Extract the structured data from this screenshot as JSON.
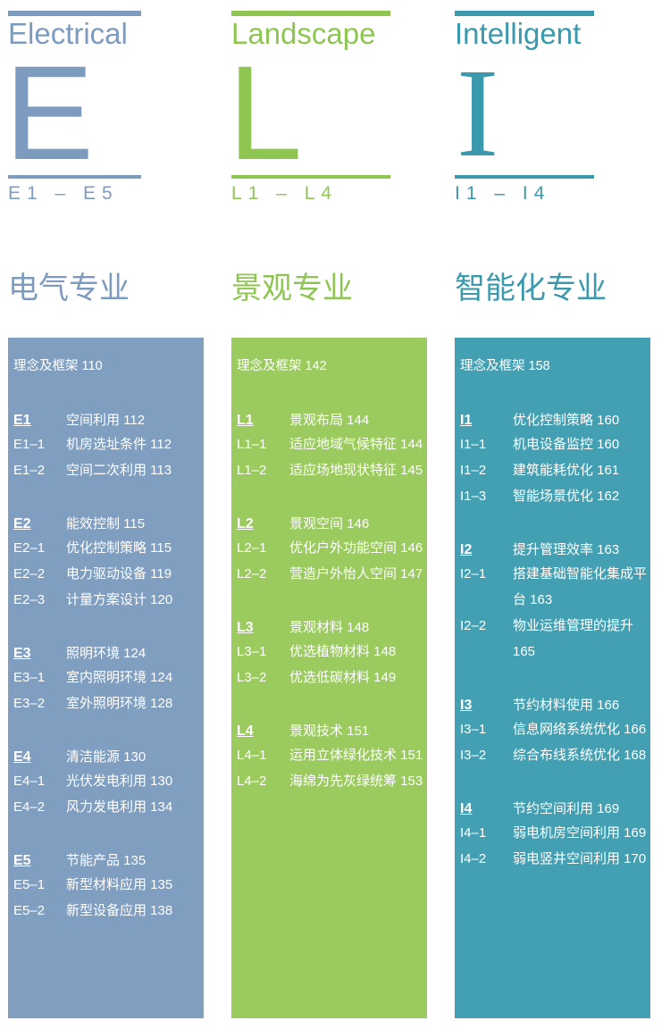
{
  "colors": {
    "electrical": "#7d9bbf",
    "landscape": "#8fc652",
    "intelligent": "#3a99ac"
  },
  "electrical": {
    "english": "Electrical",
    "letter": "E",
    "range": "E1 – E5",
    "chinese": "电气专业",
    "intro": "理念及框架 110",
    "sections": [
      {
        "code": "E1",
        "title": "空间利用 112",
        "items": [
          {
            "code": "E1–1",
            "title": "机房选址条件 112"
          },
          {
            "code": "E1–2",
            "title": "空间二次利用 113"
          }
        ]
      },
      {
        "code": "E2",
        "title": "能效控制 115",
        "items": [
          {
            "code": "E2–1",
            "title": "优化控制策略 115"
          },
          {
            "code": "E2–2",
            "title": "电力驱动设备 119"
          },
          {
            "code": "E2–3",
            "title": "计量方案设计 120"
          }
        ]
      },
      {
        "code": "E3",
        "title": "照明环境 124",
        "items": [
          {
            "code": "E3–1",
            "title": "室内照明环境 124"
          },
          {
            "code": "E3–2",
            "title": "室外照明环境 128"
          }
        ]
      },
      {
        "code": "E4",
        "title": "清洁能源 130",
        "items": [
          {
            "code": "E4–1",
            "title": "光伏发电利用 130"
          },
          {
            "code": "E4–2",
            "title": "风力发电利用 134"
          }
        ]
      },
      {
        "code": "E5",
        "title": "节能产品 135",
        "items": [
          {
            "code": "E5–1",
            "title": "新型材料应用 135"
          },
          {
            "code": "E5–2",
            "title": "新型设备应用 138"
          }
        ]
      }
    ]
  },
  "landscape": {
    "english": "Landscape",
    "letter": "L",
    "range": "L1 – L4",
    "chinese": "景观专业",
    "intro": "理念及框架 142",
    "sections": [
      {
        "code": "L1",
        "title": "景观布局 144",
        "items": [
          {
            "code": "L1–1",
            "title": "适应地域气候特征 144"
          },
          {
            "code": "L1–2",
            "title": "适应场地现状特征 145"
          }
        ]
      },
      {
        "code": "L2",
        "title": "景观空间 146",
        "items": [
          {
            "code": "L2–1",
            "title": "优化户外功能空间 146"
          },
          {
            "code": "L2–2",
            "title": "营造户外怡人空间 147"
          }
        ]
      },
      {
        "code": "L3",
        "title": "景观材料 148",
        "items": [
          {
            "code": "L3–1",
            "title": "优选植物材料 148"
          },
          {
            "code": "L3–2",
            "title": "优选低碳材料 149"
          }
        ]
      },
      {
        "code": "L4",
        "title": "景观技术 151",
        "items": [
          {
            "code": "L4–1",
            "title": "运用立体绿化技术 151"
          },
          {
            "code": "L4–2",
            "title": "海绵为先灰绿统筹 153"
          }
        ]
      }
    ]
  },
  "intelligent": {
    "english": "Intelligent",
    "letter": "I",
    "range": "I1 – I4",
    "chinese": "智能化专业",
    "intro": "理念及框架 158",
    "sections": [
      {
        "code": "I1",
        "title": "优化控制策略 160",
        "items": [
          {
            "code": "I1–1",
            "title": "机电设备监控 160"
          },
          {
            "code": "I1–2",
            "title": "建筑能耗优化 161"
          },
          {
            "code": "I1–3",
            "title": "智能场景优化 162"
          }
        ]
      },
      {
        "code": "I2",
        "title": "提升管理效率 163",
        "items": [
          {
            "code": "I2–1",
            "title": "搭建基础智能化集成平台 163"
          },
          {
            "code": "I2–2",
            "title": "物业运维管理的提升 165"
          }
        ]
      },
      {
        "code": "I3",
        "title": "节约材料使用 166",
        "items": [
          {
            "code": "I3–1",
            "title": "信息网络系统优化 166"
          },
          {
            "code": "I3–2",
            "title": "综合布线系统优化 168"
          }
        ]
      },
      {
        "code": "I4",
        "title": "节约空间利用 169",
        "items": [
          {
            "code": "I4–1",
            "title": "弱电机房空间利用 169"
          },
          {
            "code": "I4–2",
            "title": "弱电竖井空间利用 170"
          }
        ]
      }
    ]
  }
}
